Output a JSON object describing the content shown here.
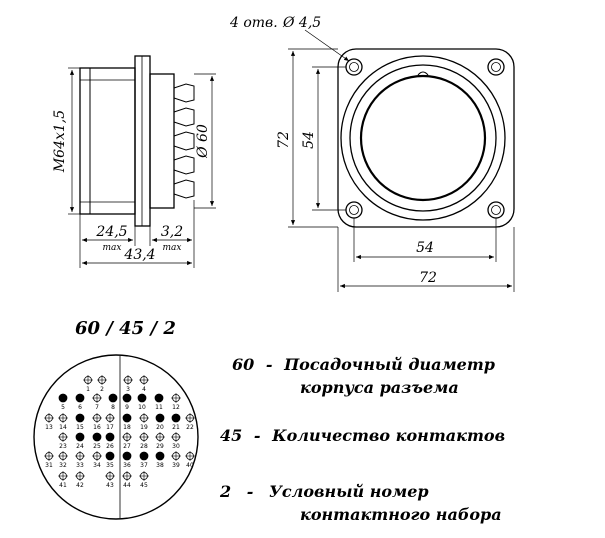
{
  "side_view": {
    "thread_label": "M64x1,5",
    "diameter_label": "Ø 60",
    "length_a": "24,5",
    "length_a_note": "max",
    "length_b": "3,2",
    "length_b_note": "max",
    "total_length": "43,4"
  },
  "front_view": {
    "holes_label": "4 отв.",
    "holes_diameter": "Ø 4,5",
    "outer_height": "72",
    "inner_height": "54",
    "inner_width": "54",
    "outer_width": "72"
  },
  "designation": "60 / 45 / 2",
  "pin_labels": [
    "1",
    "2",
    "3",
    "4",
    "5",
    "6",
    "7",
    "8",
    "9",
    "10",
    "11",
    "12",
    "13",
    "14",
    "15",
    "16",
    "17",
    "18",
    "19",
    "20",
    "21",
    "22",
    "23",
    "24",
    "25",
    "26",
    "27",
    "28",
    "29",
    "30",
    "31",
    "32",
    "33",
    "34",
    "35",
    "36",
    "37",
    "38",
    "39",
    "40",
    "41",
    "42",
    "43",
    "44",
    "45"
  ],
  "legend": [
    {
      "code": "60",
      "dash": "-",
      "text_line1": "Посадочный диаметр",
      "text_line2": "корпуса разъема"
    },
    {
      "code": "45",
      "dash": "-",
      "text_line1": "Количество контактов",
      "text_line2": ""
    },
    {
      "code": "2",
      "dash": "-",
      "text_line1": "Условный номер",
      "text_line2": "контактного набора"
    }
  ]
}
